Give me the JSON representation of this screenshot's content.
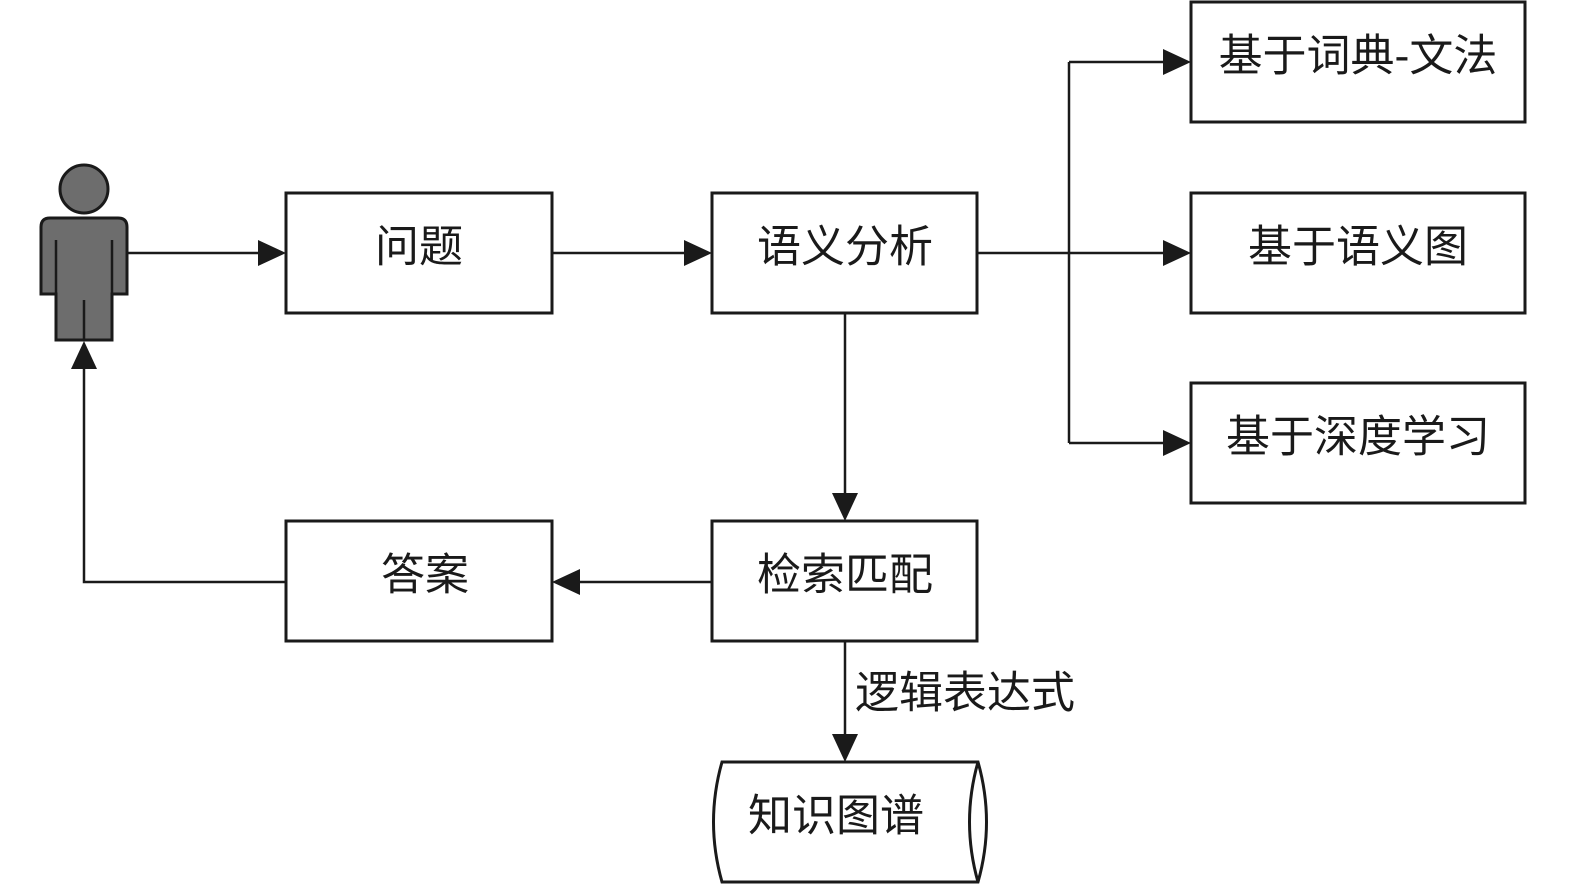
{
  "nodes": {
    "question": "问题",
    "semantic_analysis": "语义分析",
    "dict_grammar": "基于词典-文法",
    "semantic_graph": "基于语义图",
    "deep_learning": "基于深度学习",
    "retrieval_matching": "检索匹配",
    "answer": "答案",
    "knowledge_graph": "知识图谱"
  },
  "edges": {
    "logic_expression": "逻辑表达式"
  },
  "colors": {
    "stroke": "#1a1a1a",
    "person_fill": "#6d6d6d",
    "background": "#ffffff"
  }
}
